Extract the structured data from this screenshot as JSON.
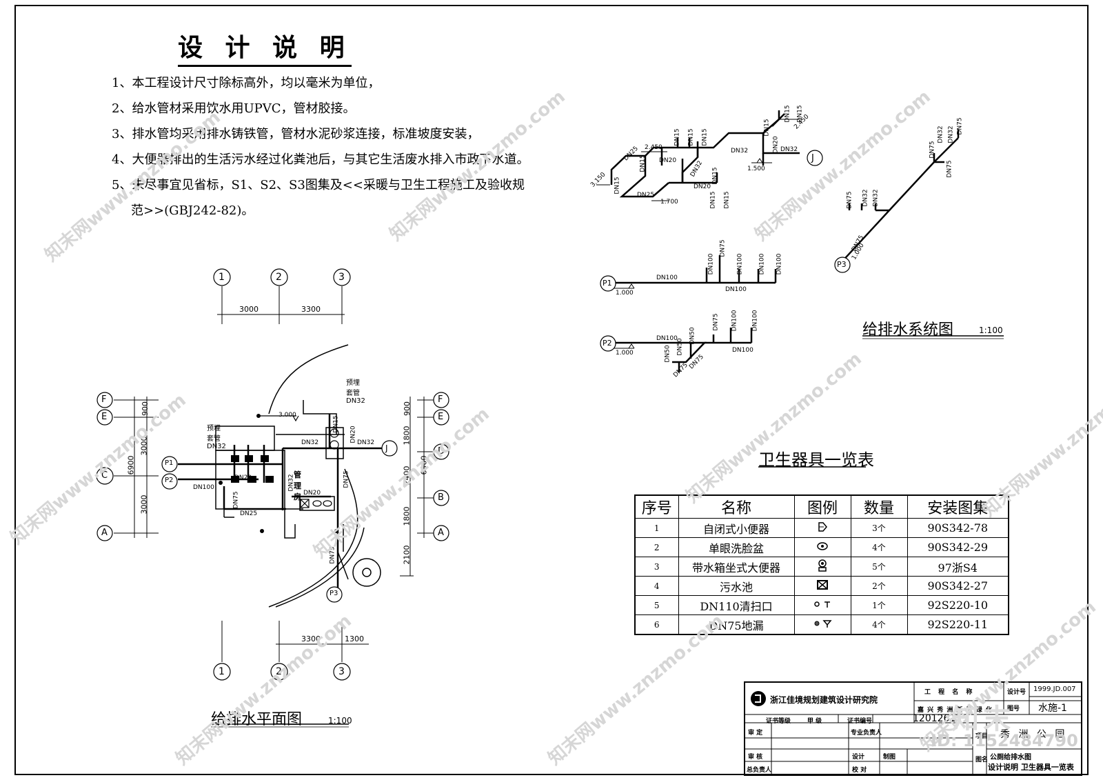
{
  "design_notes": {
    "title": "设 计 说 明",
    "lines": [
      "1、本工程设计尺寸除标高外，均以毫米为单位，",
      "2、给水管材采用饮水用UPVC，管材胶接。",
      "3、排水管均采用排水铸铁管，管材水泥砂浆连接，标准坡度安装，",
      "4、大便器排出的生活污水经过化粪池后，与其它生活废水排入市政下水道。",
      "5、未尽事宜见省标，S1、S2、S3图集及<<采暖与卫生工程施工及验收规",
      "   范>>(GBJ242-82)。"
    ]
  },
  "system_diagram": {
    "title": "给排水系统图",
    "scale": "1:100",
    "labels": {
      "J": "J",
      "P1": "P1",
      "P2": "P2",
      "P3": "P3",
      "dn15": "DN15",
      "dn20": "DN20",
      "dn25": "DN25",
      "dn32": "DN32",
      "dn50": "DN50",
      "dn75": "DN75",
      "dn100": "DN100",
      "el_3150": "3.150",
      "el_2450": "2.450",
      "el_2450b": "2.450",
      "el_1700": "1.700",
      "el_1500": "1.500",
      "el_1000": "1.000"
    }
  },
  "plan": {
    "title": "给排水平面图",
    "scale": "1:100",
    "axes_top": [
      "1",
      "2",
      "3"
    ],
    "axes_bottom": [
      "1",
      "2",
      "3"
    ],
    "dims_top": [
      "3000",
      "3300"
    ],
    "dims_bottom": [
      "3300",
      "1300"
    ],
    "axes_left": [
      "F",
      "E",
      "C",
      "A"
    ],
    "axes_right": [
      "F",
      "E",
      "D",
      "B",
      "A"
    ],
    "dims_left": [
      "900",
      "3000",
      "3000",
      "6900"
    ],
    "dims_right": [
      "900",
      "1800",
      "2400",
      "1800",
      "2100",
      "6900"
    ],
    "labels": {
      "sleeve1": "预埋套管DN32",
      "sleeve2": "预埋套管DN32",
      "room": "管 理 房",
      "el": "3.000",
      "J": "J",
      "P1": "P1",
      "P2": "P2",
      "P3": "P3",
      "dn32a": "DN32",
      "dn32b": "DN32",
      "dn100": "DN100",
      "dn75a": "DN75",
      "dn75b": "DN75",
      "dn75c": "DN75",
      "dn25": "DN25",
      "dn20": "DN20",
      "dn20b": "DN20",
      "dn20c": "DN20",
      "dn32c": "DN32",
      "dn15": "DN15"
    }
  },
  "fixtures": {
    "title": "卫生器具一览表",
    "headers": [
      "序号",
      "名称",
      "图例",
      "数量",
      "安装图集"
    ],
    "rows": [
      {
        "no": "1",
        "name": "自闭式小便器",
        "icon": "urinal-icon",
        "qty": "3个",
        "atlas": "90S342-78"
      },
      {
        "no": "2",
        "name": "单眼洗脸盆",
        "icon": "washbasin-icon",
        "qty": "4个",
        "atlas": "90S342-29"
      },
      {
        "no": "3",
        "name": "带水箱坐式大便器",
        "icon": "toilet-icon",
        "qty": "5个",
        "atlas": "97浙S4"
      },
      {
        "no": "4",
        "name": "污水池",
        "icon": "mop-sink-icon",
        "qty": "2个",
        "atlas": "90S342-27"
      },
      {
        "no": "5",
        "name": "DN110清扫口",
        "icon": "cleanout-icon",
        "qty": "1个",
        "atlas": "92S220-10"
      },
      {
        "no": "6",
        "name": "DN75地漏",
        "icon": "floor-drain-icon",
        "qty": "4个",
        "atlas": "92S220-11"
      }
    ]
  },
  "title_block": {
    "institute": "浙江佳境规划建筑设计研究院",
    "project_name_label": "工 程 名 称",
    "project_name": "嘉 兴 秀 洲 新 区 绿 化",
    "design_no_label": "设计号",
    "design_no": "1999.JD.007",
    "drawing_no_label": "图号",
    "drawing_no": "水施-1",
    "cert_grade_label": "证书等级",
    "cert_grade": "甲 级",
    "cert_no_label": "证书编号",
    "cert_no": "1201261",
    "item_label": "项目",
    "item_value": "秀 洲 公 园",
    "drawing_name_label": "图名",
    "drawing_name_top": "公厕给排水图",
    "drawing_name": "设计说明 卫生器具一览表",
    "approve": "审 定",
    "review": "审 核",
    "chief": "总负责人",
    "major_chief": "专业负责人",
    "design": "设计",
    "draw": "制图",
    "check": "校 对"
  },
  "watermark": {
    "text": "知末网www.znzmo.com",
    "logo": "知末",
    "id": "ID: 1152484790"
  }
}
